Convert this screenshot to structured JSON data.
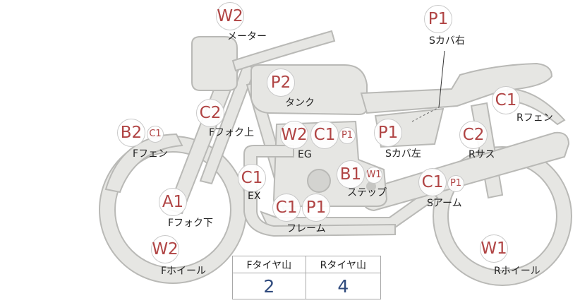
{
  "colors": {
    "grade_text": "#b04444",
    "table_value": "#2f4a7d",
    "bike_fill": "#e6e6e3",
    "bike_stroke": "#b9b9b6"
  },
  "parts": [
    {
      "id": "meter",
      "label": "メーター",
      "grades": [
        {
          "text": "W2",
          "size": "big"
        }
      ]
    },
    {
      "id": "side-cover-right",
      "label": "Sカバ右",
      "grades": [
        {
          "text": "P1",
          "size": "big"
        }
      ]
    },
    {
      "id": "tank",
      "label": "タンク",
      "grades": [
        {
          "text": "P2",
          "size": "big"
        }
      ]
    },
    {
      "id": "rear-fender",
      "label": "Rフェン",
      "grades": [
        {
          "text": "C1",
          "size": "big"
        }
      ]
    },
    {
      "id": "front-fork-upper",
      "label": "Fフォク上",
      "grades": [
        {
          "text": "C2",
          "size": "big"
        }
      ]
    },
    {
      "id": "front-fender",
      "label": "Fフェン",
      "grades": [
        {
          "text": "B2",
          "size": "big"
        },
        {
          "text": "C1",
          "size": "small"
        }
      ]
    },
    {
      "id": "engine",
      "label": "EG",
      "grades": [
        {
          "text": "W2",
          "size": "big"
        },
        {
          "text": "C1",
          "size": "big"
        },
        {
          "text": "P1",
          "size": "small"
        }
      ]
    },
    {
      "id": "side-cover-left",
      "label": "Sカバ左",
      "grades": [
        {
          "text": "P1",
          "size": "big"
        }
      ]
    },
    {
      "id": "rear-suspension",
      "label": "Rサス",
      "grades": [
        {
          "text": "C2",
          "size": "big"
        }
      ]
    },
    {
      "id": "exhaust",
      "label": "EX",
      "grades": [
        {
          "text": "C1",
          "size": "big"
        }
      ]
    },
    {
      "id": "step",
      "label": "ステップ",
      "grades": [
        {
          "text": "B1",
          "size": "big"
        },
        {
          "text": "W1",
          "size": "small"
        }
      ]
    },
    {
      "id": "swing-arm",
      "label": "Sアーム",
      "grades": [
        {
          "text": "C1",
          "size": "big"
        },
        {
          "text": "P1",
          "size": "small"
        }
      ]
    },
    {
      "id": "front-fork-lower",
      "label": "Fフォク下",
      "grades": [
        {
          "text": "A1",
          "size": "big"
        }
      ]
    },
    {
      "id": "frame",
      "label": "フレーム",
      "grades": [
        {
          "text": "C1",
          "size": "big"
        },
        {
          "text": "P1",
          "size": "big"
        }
      ]
    },
    {
      "id": "front-wheel",
      "label": "Fホイール",
      "grades": [
        {
          "text": "W2",
          "size": "big"
        }
      ]
    },
    {
      "id": "rear-wheel",
      "label": "Rホイール",
      "grades": [
        {
          "text": "W1",
          "size": "big"
        }
      ]
    }
  ],
  "tire_table": {
    "headers": [
      "Fタイヤ山",
      "Rタイヤ山"
    ],
    "values": [
      "2",
      "4"
    ]
  }
}
